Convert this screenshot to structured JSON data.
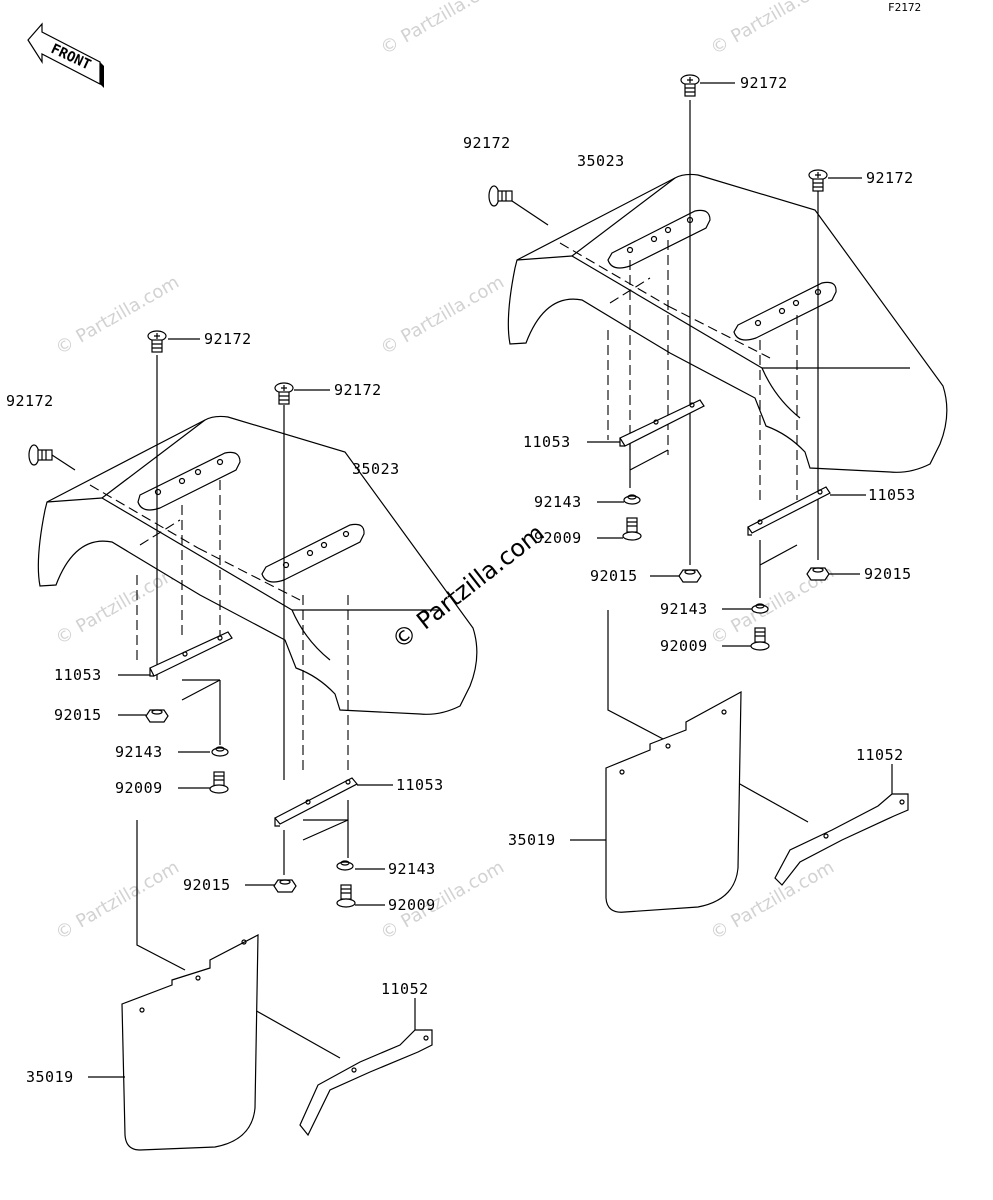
{
  "diagram": {
    "code": "F2172",
    "front_label": "FRONT",
    "watermark": "© Partzilla.com",
    "left": {
      "bolt_top_a": "92172",
      "bolt_top_b": "92172",
      "bolt_side": "92172",
      "fender": "35023",
      "bracket_a": "11053",
      "nut_a": "92015",
      "collar_a": "92143",
      "screw_a": "92009",
      "bracket_b": "11053",
      "collar_b": "92143",
      "nut_b": "92015",
      "screw_b": "92009",
      "flap_stay": "11052",
      "mud_flap": "35019"
    },
    "right": {
      "bolt_top_a": "92172",
      "bolt_side": "92172",
      "bolt_top_b": "92172",
      "fender": "35023",
      "bracket_a": "11053",
      "collar_a": "92143",
      "screw_a": "92009",
      "nut_a": "92015",
      "bracket_b": "11053",
      "nut_b": "92015",
      "collar_b": "92143",
      "screw_b": "92009",
      "flap_stay": "11052",
      "mud_flap": "35019"
    }
  }
}
